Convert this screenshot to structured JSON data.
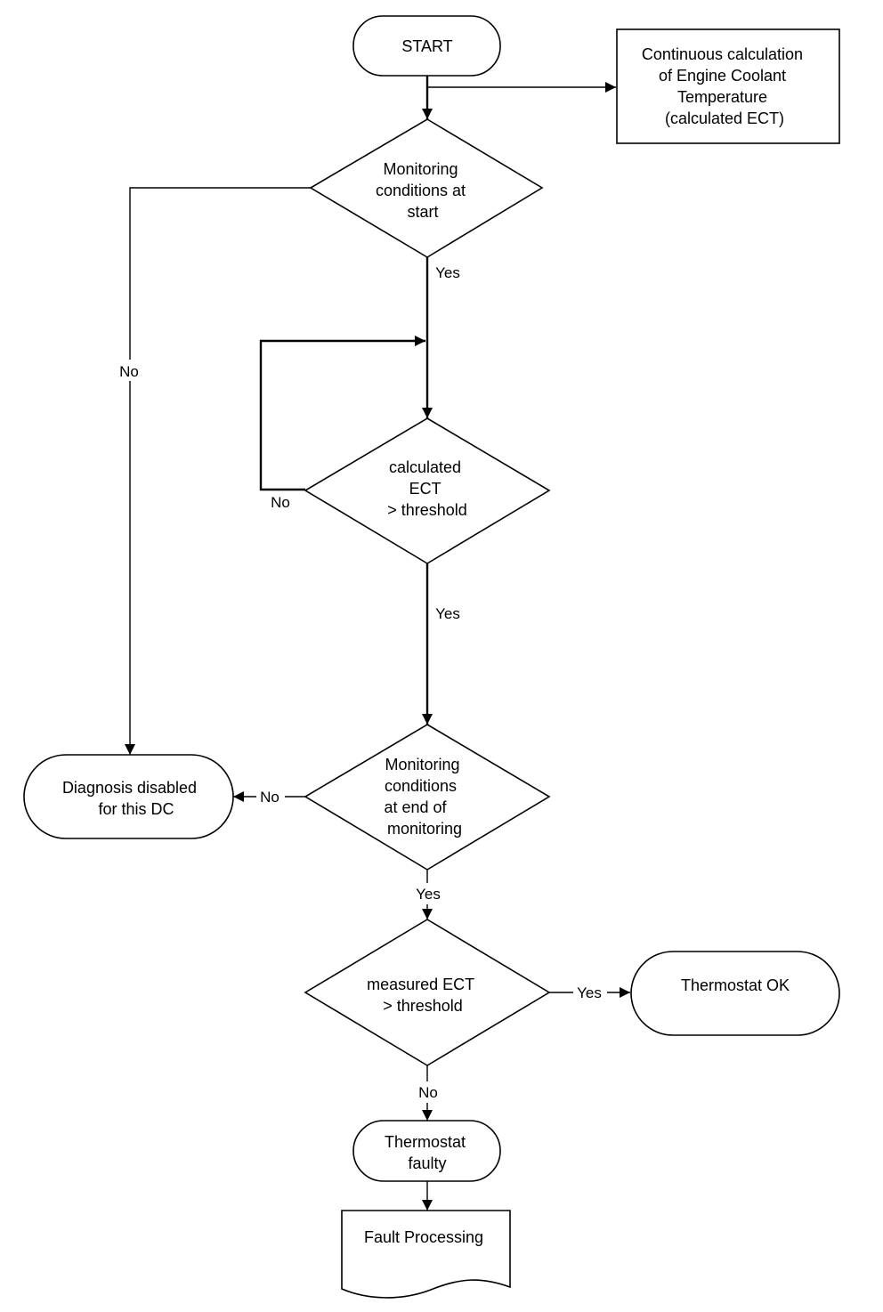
{
  "nodes": {
    "start": {
      "lines": [
        "START"
      ]
    },
    "continuous_calc": {
      "lines": [
        "Continuous calculation",
        "of Engine Coolant",
        "Temperature",
        "(calculated ECT)"
      ]
    },
    "monitoring_start": {
      "lines": [
        "Monitoring",
        "conditions at",
        "start"
      ]
    },
    "calc_ect": {
      "lines": [
        "calculated",
        "ECT",
        "> threshold"
      ]
    },
    "monitoring_end": {
      "lines": [
        "Monitoring",
        "conditions",
        "at end of",
        "monitoring"
      ]
    },
    "diag_disabled": {
      "lines": [
        "Diagnosis disabled",
        "for this DC"
      ]
    },
    "measured_ect": {
      "lines": [
        "measured ECT",
        "> threshold"
      ]
    },
    "thermostat_ok": {
      "lines": [
        "Thermostat OK"
      ]
    },
    "thermostat_faulty": {
      "lines": [
        "Thermostat",
        "faulty"
      ]
    },
    "fault_processing": {
      "lines": [
        "Fault Processing"
      ]
    }
  },
  "edge_labels": {
    "monitoring_start_yes": "Yes",
    "monitoring_start_no": "No",
    "calc_ect_no": "No",
    "calc_ect_yes": "Yes",
    "monitoring_end_no": "No",
    "monitoring_end_yes": "Yes",
    "measured_ect_yes": "Yes",
    "measured_ect_no": "No"
  }
}
